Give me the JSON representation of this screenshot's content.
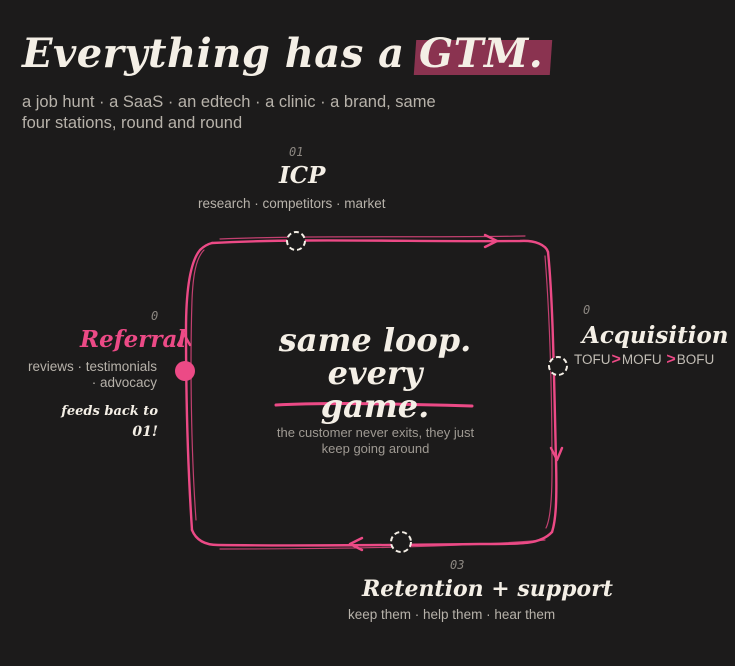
{
  "title": {
    "before": "Everything has a",
    "highlight": "GTM."
  },
  "subtitle": "a job hunt · a SaaS · an edtech · a clinic · a brand, same four stations, round and round",
  "stations": {
    "icp": {
      "num": "01",
      "name": "ICP",
      "desc": "research · competitors · market"
    },
    "acquisition": {
      "num": "0",
      "name": "Acquisition",
      "funnel": [
        "TOFU",
        "MOFU",
        "BOFU"
      ]
    },
    "retention": {
      "num": "03",
      "name": "Retention + support",
      "desc": "keep them · help them · hear them"
    },
    "referral": {
      "num": "0",
      "name": "Referral",
      "desc_line1": "reviews · testimonials",
      "desc_line2": "· advocacy",
      "note_line1": "feeds back to",
      "note_line2": "01!"
    }
  },
  "center": {
    "line1": "same loop.",
    "line2": "every game.",
    "desc": "the customer never exits, they just keep going around"
  },
  "colors": {
    "accent": "#ec4a86",
    "background": "#1c1b1b",
    "highlight": "#8a3350",
    "text": "#f4efe6"
  }
}
